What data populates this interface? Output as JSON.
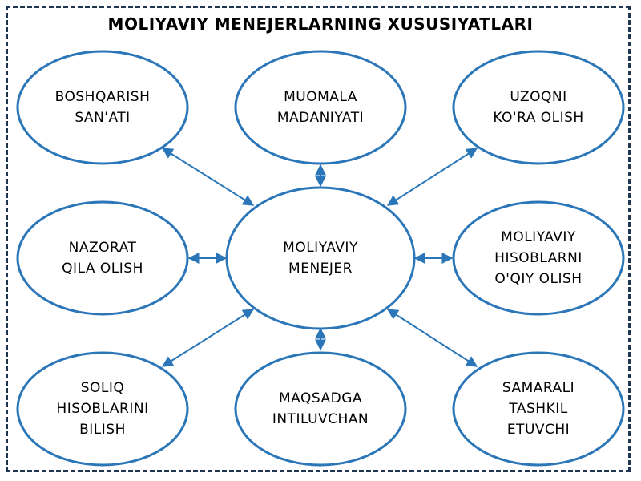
{
  "title": "MOLIYAVIY MENEJERLARNING XUSUSIYATLARI",
  "colors": {
    "ellipse_stroke": "#2a76b8",
    "arrow": "#2a76b8",
    "frame": "#1f3550"
  },
  "center": {
    "lines": [
      "MOLIYAVIY",
      "MENEJER"
    ]
  },
  "nodes": {
    "top_left": {
      "lines": [
        "BOSHQARISH",
        "SAN'ATI"
      ]
    },
    "top_center": {
      "lines": [
        "MUOMALA",
        "MADANIYATI"
      ]
    },
    "top_right": {
      "lines": [
        "UZOQNI",
        "KO'RA OLISH"
      ]
    },
    "middle_left": {
      "lines": [
        "NAZORAT",
        "QILA OLISH"
      ]
    },
    "middle_right": {
      "lines": [
        "MOLIYAVIY",
        "HISOBLARNI",
        "O'QIY OLISH"
      ]
    },
    "bottom_left": {
      "lines": [
        "SOLIQ",
        "HISOBLARINI",
        "BILISH"
      ]
    },
    "bottom_center": {
      "lines": [
        "MAQSADGA",
        "INTILUVCHAN"
      ]
    },
    "bottom_right": {
      "lines": [
        "SAMARALI",
        "TASHKIL",
        "ETUVCHI"
      ]
    }
  }
}
